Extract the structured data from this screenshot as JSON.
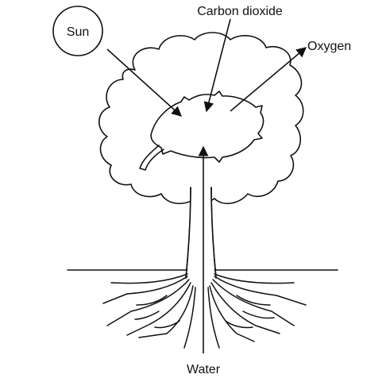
{
  "labels": {
    "sun": "Sun",
    "carbon_dioxide": "Carbon dioxide",
    "oxygen": "Oxygen",
    "water": "Water"
  },
  "colors": {
    "ink": "#111111",
    "background": "#ffffff"
  }
}
